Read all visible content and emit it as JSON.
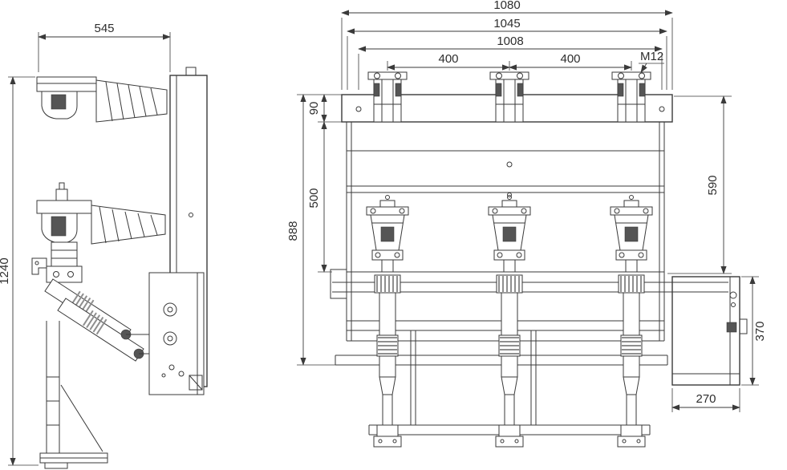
{
  "drawing": {
    "colors": {
      "line": "#3a3a3a",
      "background": "#ffffff"
    },
    "dims": {
      "side_width": "545",
      "side_height": "1240",
      "overall_width": "1080",
      "frame_width": "1045",
      "mount_width": "1008",
      "pole_pitch_left": "400",
      "pole_pitch_right": "400",
      "bolt": "M12",
      "rail_height": "90",
      "upper_span": "500",
      "frame_height": "888",
      "right_span": "590",
      "mech_height": "370",
      "mech_depth": "270"
    }
  }
}
